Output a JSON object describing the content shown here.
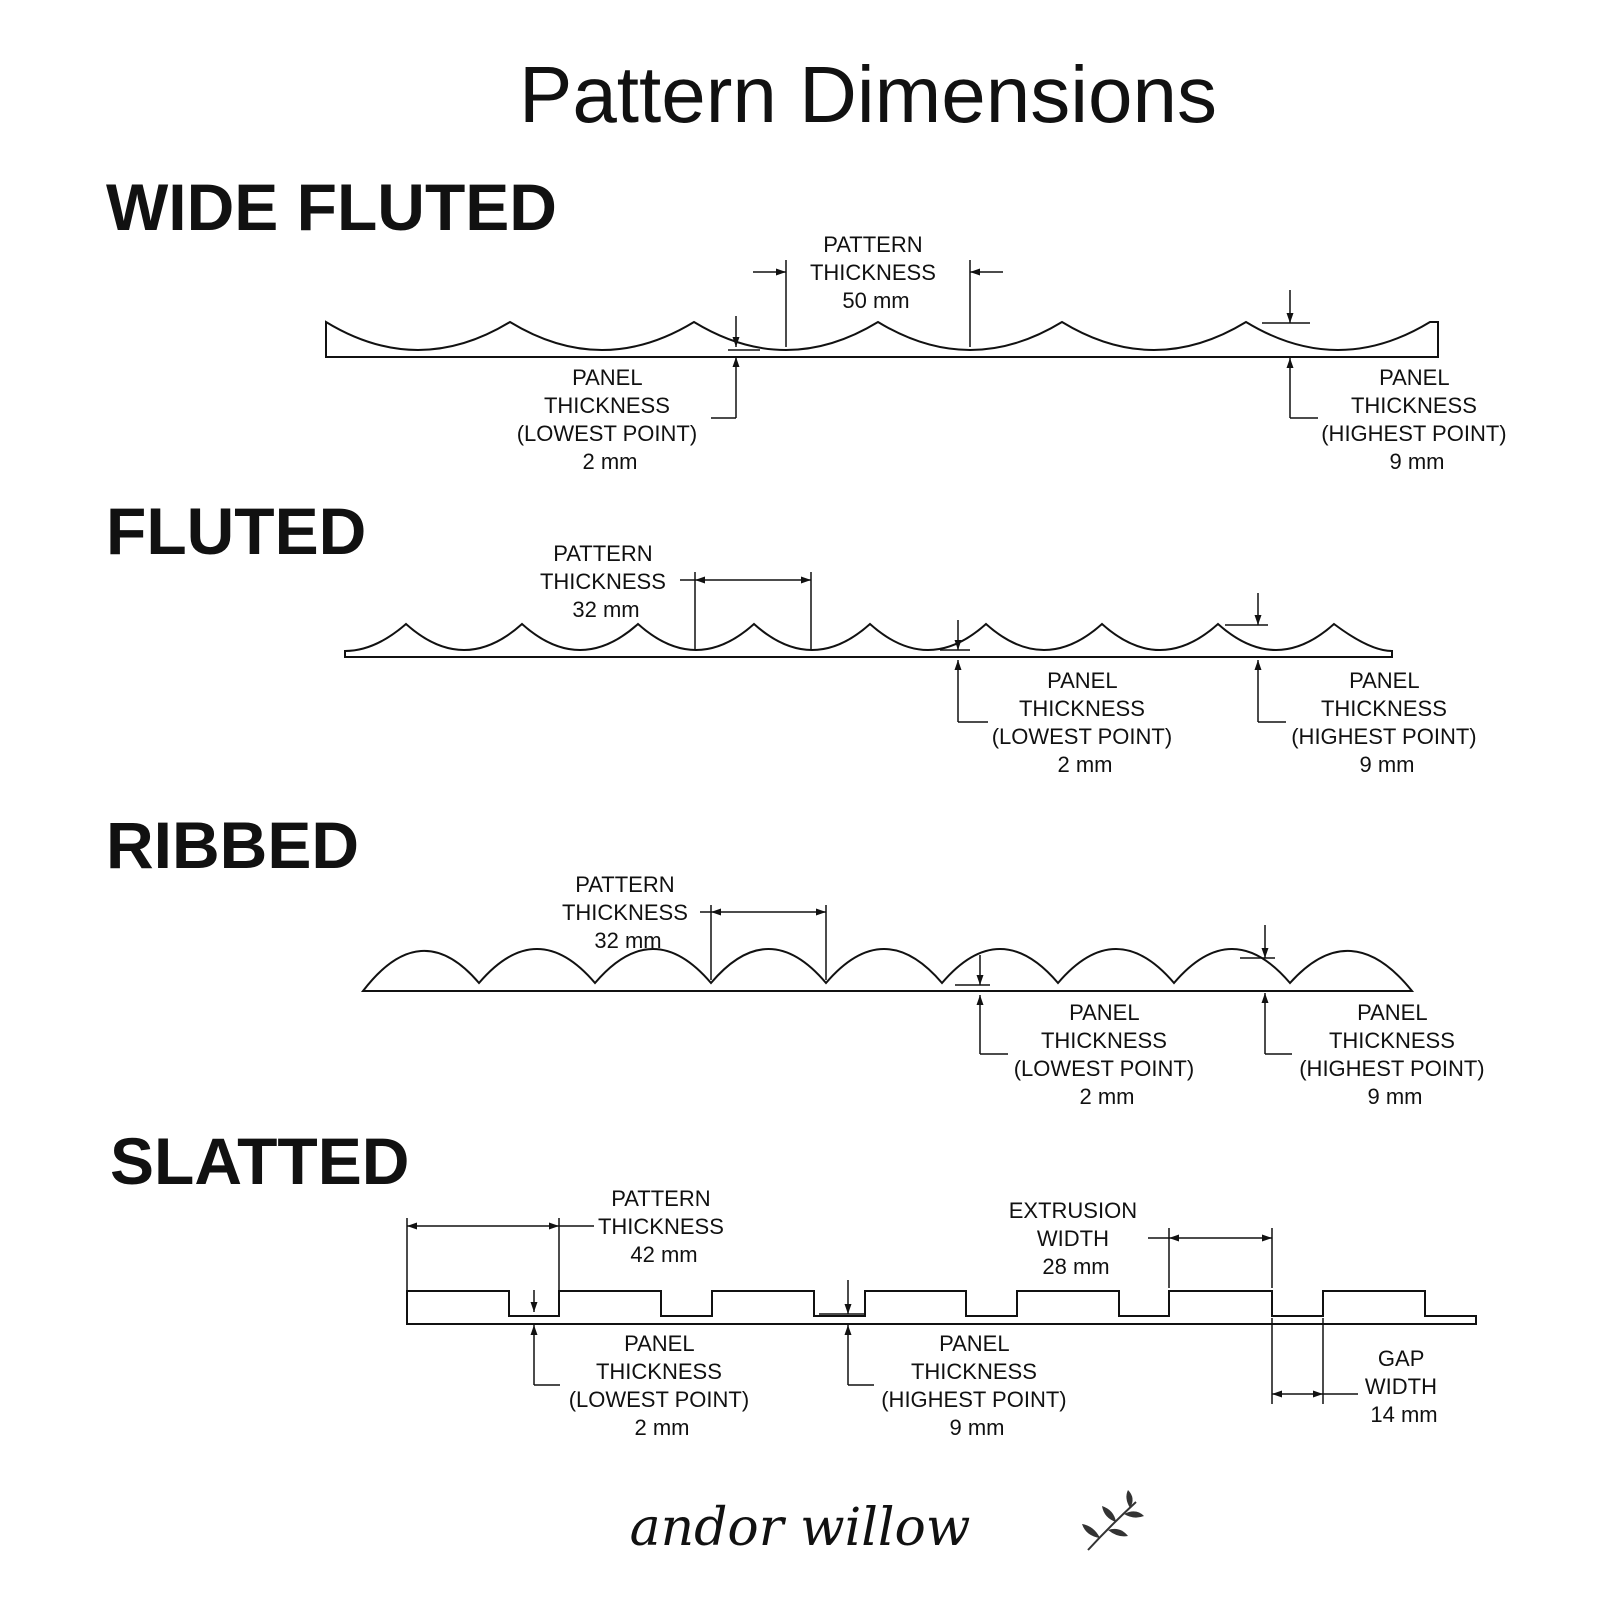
{
  "title": "Pattern Dimensions",
  "sections": [
    {
      "name": "WIDE FLUTED",
      "pattern_label": [
        "PATTERN",
        "THICKNESS",
        "50 mm"
      ],
      "low_label": [
        "PANEL",
        "THICKNESS",
        "(LOWEST POINT)",
        "2 mm"
      ],
      "high_label": [
        "PANEL",
        "THICKNESS",
        "(HIGHEST POINT)",
        "9 mm"
      ]
    },
    {
      "name": "FLUTED",
      "pattern_label": [
        "PATTERN",
        "THICKNESS",
        "32 mm"
      ],
      "low_label": [
        "PANEL",
        "THICKNESS",
        "(LOWEST POINT)",
        "2 mm"
      ],
      "high_label": [
        "PANEL",
        "THICKNESS",
        "(HIGHEST POINT)",
        "9 mm"
      ]
    },
    {
      "name": "RIBBED",
      "pattern_label": [
        "PATTERN",
        "THICKNESS",
        "32 mm"
      ],
      "low_label": [
        "PANEL",
        "THICKNESS",
        "(LOWEST POINT)",
        "2 mm"
      ],
      "high_label": [
        "PANEL",
        "THICKNESS",
        "(HIGHEST POINT)",
        "9 mm"
      ]
    },
    {
      "name": "SLATTED",
      "pattern_label": [
        "PATTERN",
        "THICKNESS",
        "42 mm"
      ],
      "extrusion_label": [
        "EXTRUSION",
        "WIDTH",
        "28 mm"
      ],
      "low_label": [
        "PANEL",
        "THICKNESS",
        "(LOWEST POINT)",
        "2 mm"
      ],
      "high_label": [
        "PANEL",
        "THICKNESS",
        "(HIGHEST POINT)",
        "9 mm"
      ],
      "gap_label": [
        "GAP",
        "WIDTH",
        "14 mm"
      ]
    }
  ],
  "brand": {
    "name": "andor willow",
    "icon": "leaf-sprig-icon"
  }
}
